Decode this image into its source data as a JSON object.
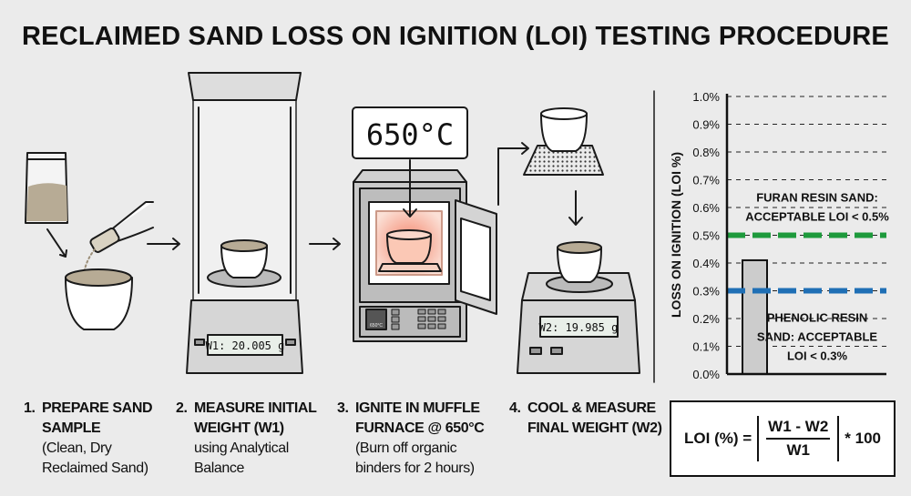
{
  "title": "RECLAIMED SAND LOSS ON IGNITION (LOI) TESTING PROCEDURE",
  "illustrations": {
    "balance1_display": "W1: 20.005 g",
    "furnace_temp_callout": "650°C",
    "furnace_panel_display": "650°C",
    "balance2_display": "W2: 19.985 g"
  },
  "steps": [
    {
      "number": "1.",
      "heading": [
        "PREPARE SAND",
        "SAMPLE"
      ],
      "detail": [
        "(Clean, Dry",
        "Reclaimed Sand)"
      ]
    },
    {
      "number": "2.",
      "heading": [
        "MEASURE INITIAL",
        "WEIGHT (W1)"
      ],
      "detail": [
        "using Analytical",
        "Balance"
      ]
    },
    {
      "number": "3.",
      "heading": [
        "IGNITE IN MUFFLE",
        "FURNACE @ 650°C"
      ],
      "detail": [
        "(Burn off organic",
        "binders for 2 hours)"
      ]
    },
    {
      "number": "4.",
      "heading": [
        "COOL & MEASURE",
        "FINAL WEIGHT (W2)"
      ],
      "detail": []
    }
  ],
  "formula": {
    "lhs": "LOI (%) =",
    "numerator": "W1 - W2",
    "denominator": "W1",
    "suffix": "* 100"
  },
  "chart_data": {
    "type": "bar",
    "ylabel": "LOSS ON IGNITION (LOI %)",
    "ylim": [
      0,
      1.0
    ],
    "yticks": [
      "0.0%",
      "0.1%",
      "0.2%",
      "0.3%",
      "0.4%",
      "0.5%",
      "0.6%",
      "0.7%",
      "0.8%",
      "0.9%",
      "1.0%"
    ],
    "grid": true,
    "values": [
      0.41
    ],
    "bar_color": "#cccccc",
    "reference_lines": [
      {
        "value": 0.5,
        "color": "#1e9a3c",
        "label": [
          "FURAN RESIN SAND:",
          "ACCEPTABLE LOI < 0.5%"
        ]
      },
      {
        "value": 0.3,
        "color": "#1f6fb5",
        "label": [
          "PHENOLIC RESIN",
          "SAND: ACCEPTABLE",
          "LOI < 0.3%"
        ]
      }
    ]
  }
}
